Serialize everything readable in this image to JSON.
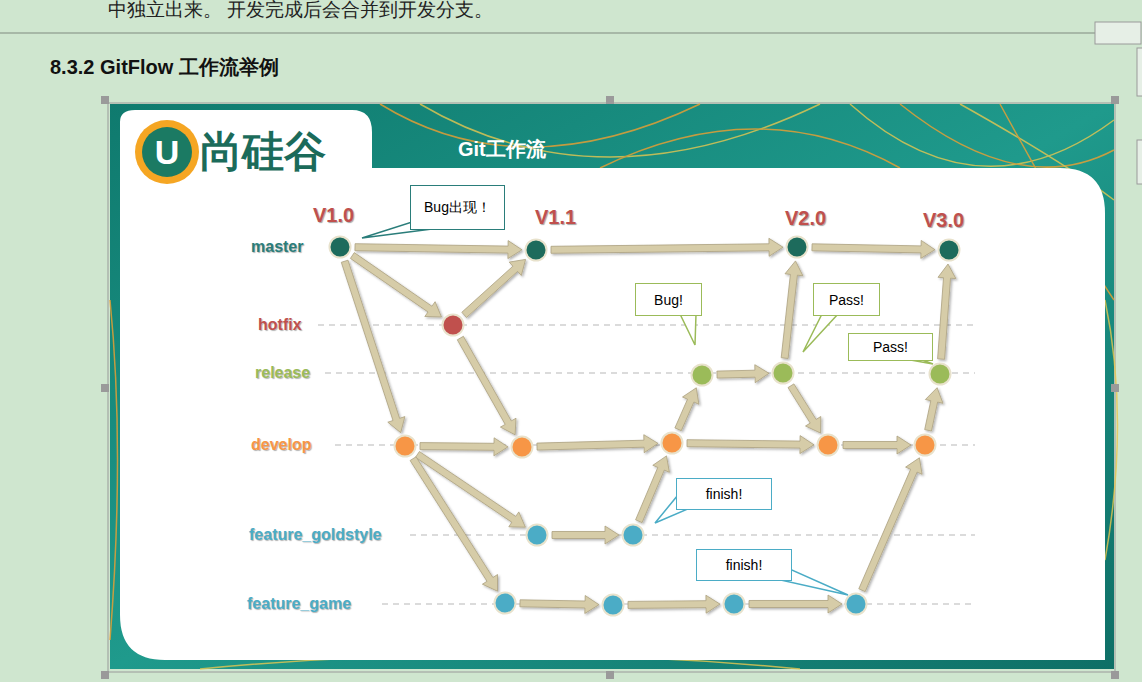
{
  "diagram": {
    "title": "8.3.2 GitFlow 工作流举例",
    "nodes": [
      {
        "text": [
          "Bug出现！"
        ]
      },
      {
        "text": [
          "Bug!"
        ]
      },
      {
        "text": [
          "Pass!"
        ]
      },
      {
        "text": [
          "Pass!"
        ]
      },
      {
        "text": [
          "finish!"
        ]
      },
      {
        "text": [
          "finish!"
        ]
      }
    ],
    "labels": [
      "中独立出来。 开发完成后会合并到开发分支。",
      "U",
      "尚硅谷",
      "Git工作流",
      "V1.0",
      "V1.1",
      "V2.0",
      "V3.0",
      "master",
      "hotfix",
      "release",
      "develop",
      "feature_goldstyle",
      "feature_game"
    ]
  }
}
